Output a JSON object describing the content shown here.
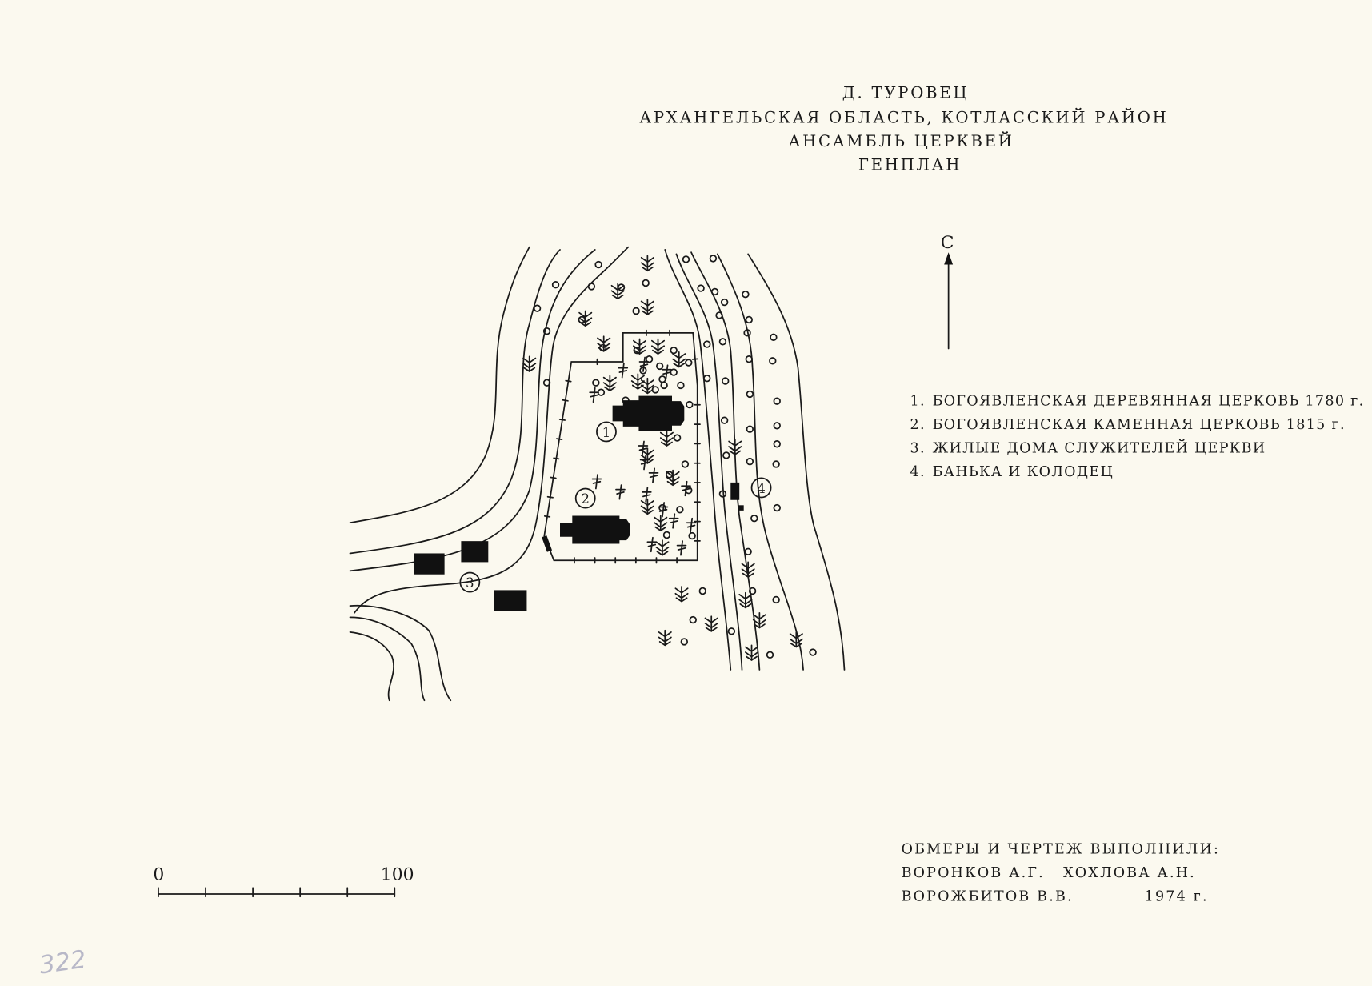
{
  "title": {
    "village": "Д. ТУРОВЕЦ",
    "region": "АРХАНГЕЛЬСКАЯ ОБЛАСТЬ, КОТЛАССКИЙ РАЙОН",
    "ensemble": "АНСАМБЛЬ ЦЕРКВЕЙ",
    "sheet": "ГЕНПЛАН"
  },
  "north_arrow": {
    "label": "С"
  },
  "legend": [
    {
      "num": "1.",
      "text": "БОГОЯВЛЕНСКАЯ ДЕРЕВЯННАЯ ЦЕРКОВЬ 1780 г."
    },
    {
      "num": "2.",
      "text": "БОГОЯВЛЕНСКАЯ КАМЕННАЯ ЦЕРКОВЬ 1815 г."
    },
    {
      "num": "3.",
      "text": "ЖИЛЫЕ ДОМА СЛУЖИТЕЛЕЙ ЦЕРКВИ"
    },
    {
      "num": "4.",
      "text": "БАНЬКА И КОЛОДЕЦ"
    }
  ],
  "map_labels": [
    "1",
    "2",
    "3",
    "4"
  ],
  "scale": {
    "start": "0",
    "end": "100"
  },
  "credits": {
    "heading": "ОБМЕРЫ И ЧЕРТЕЖ ВЫПОЛНИЛИ:",
    "line1": "ВОРОНКОВ А.Г.   ХОХЛОВА А.Н.",
    "line2_name": "ВОРОЖБИТОВ В.В.",
    "year": "1974 г."
  },
  "page_number": "322",
  "colors": {
    "paper": "#fbf9ef",
    "ink": "#1a1a1a",
    "pencil": "#b8b8c8"
  }
}
